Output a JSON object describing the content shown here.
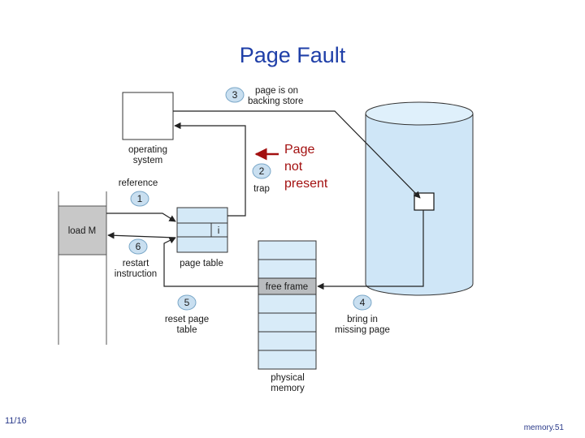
{
  "title": "Page Fault",
  "labels": {
    "os": [
      "operating",
      "system"
    ],
    "reference": "reference",
    "load": "load M",
    "restart": [
      "restart",
      "instruction"
    ],
    "page_table": "page table",
    "invalid_bit": "i",
    "trap": "trap",
    "page_on_backing": [
      "page is on",
      "backing store"
    ],
    "page_not_present": [
      "Page",
      "not",
      "present"
    ],
    "free_frame": "free frame",
    "bring_in": [
      "bring in",
      "missing page"
    ],
    "reset": [
      "reset page",
      "table"
    ],
    "physical_memory": [
      "physical",
      "memory"
    ]
  },
  "steps": [
    "1",
    "2",
    "3",
    "4",
    "5",
    "6"
  ],
  "footer": {
    "date": "11/16",
    "page": "memory.51"
  },
  "colors": {
    "title": "#1f3fa8",
    "highlight": "#a31010",
    "step_fill": "#c9dff0",
    "disk_fill": "#cfe6f7",
    "table_fill": "#d4e9f7",
    "memory_fill": "#d8ebf8",
    "load_fill": "#c8c8c8"
  }
}
